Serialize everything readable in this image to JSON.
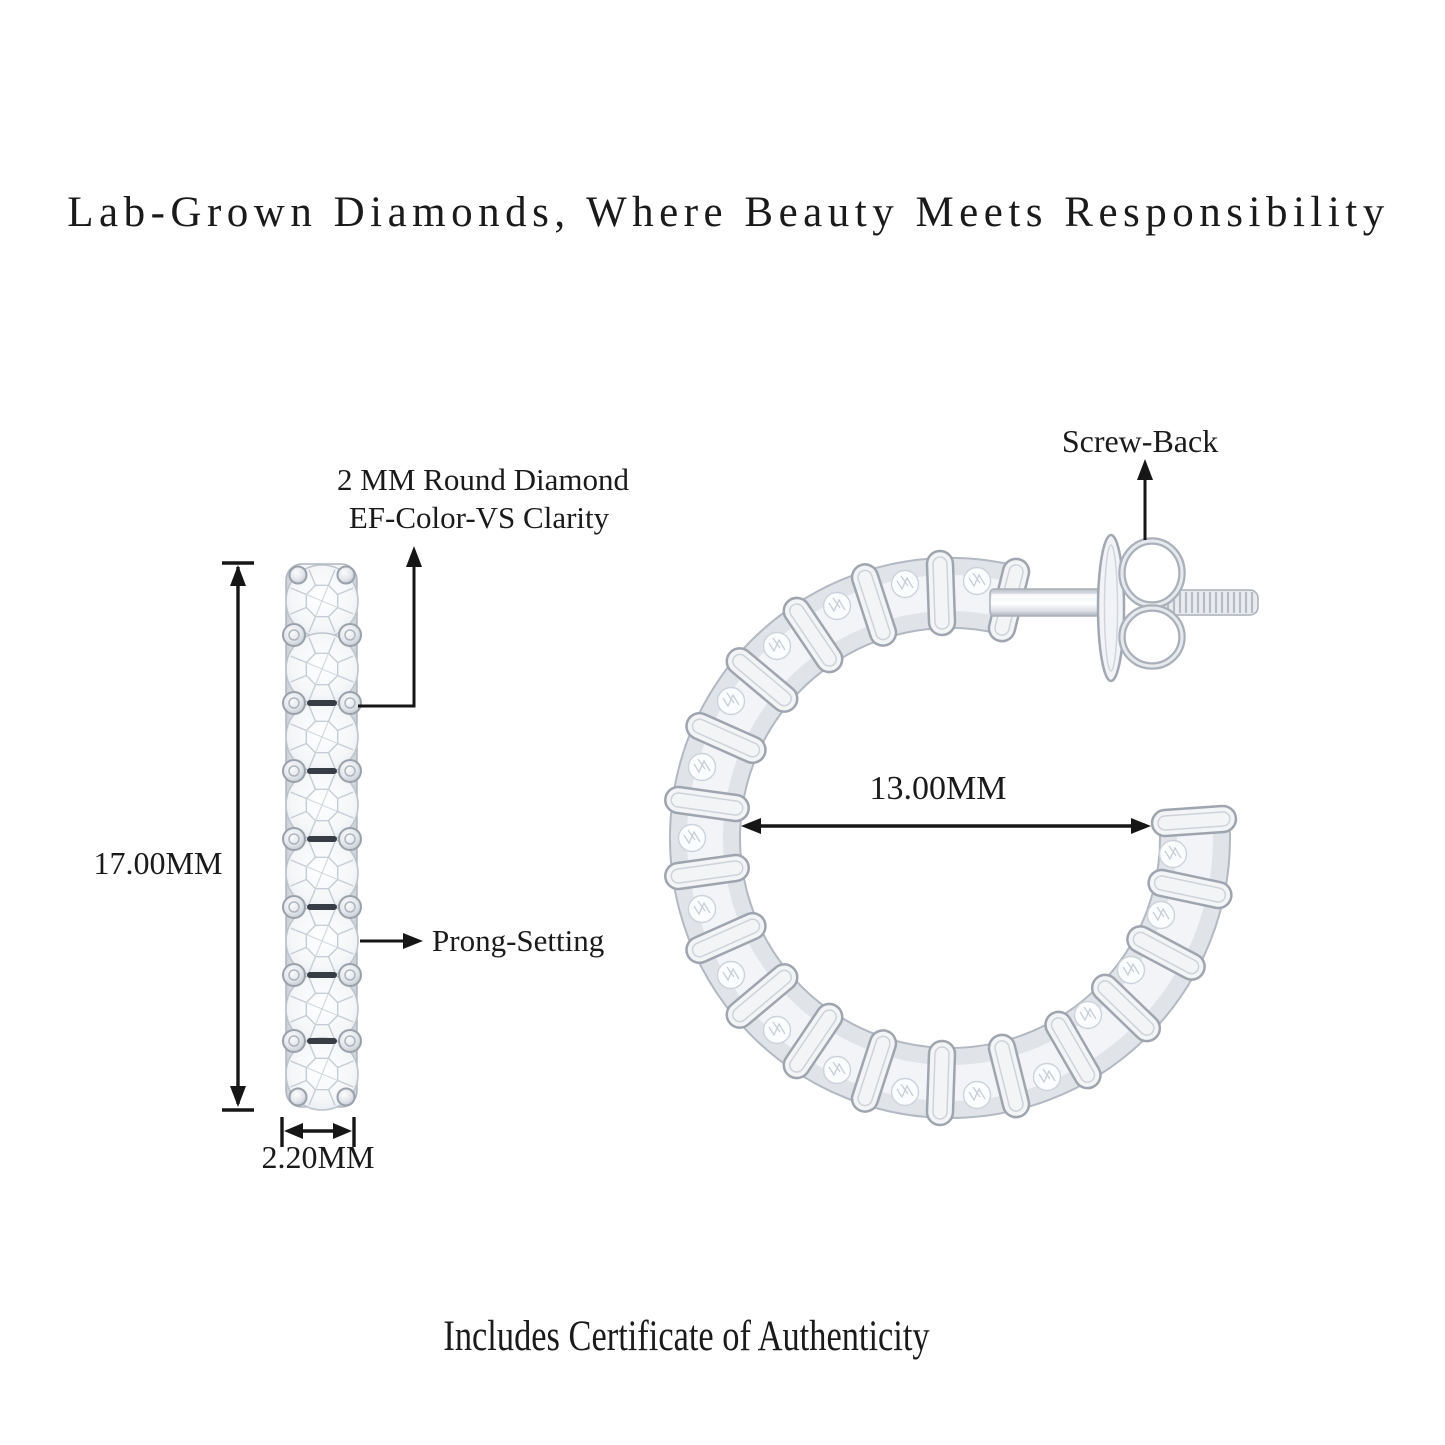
{
  "header": {
    "title": "Lab-Grown Diamonds, Where Beauty Meets Responsibility"
  },
  "side_view": {
    "labels": {
      "spec_line1": "2 MM Round Diamond",
      "spec_line2": "EF-Color-VS Clarity",
      "height": "17.00MM",
      "width": "2.20MM",
      "setting": "Prong-Setting"
    }
  },
  "front_view": {
    "labels": {
      "inner_diameter": "13.00MM",
      "back_type": "Screw-Back"
    }
  },
  "footer": {
    "note": "Includes Certificate of Authenticity"
  },
  "colors": {
    "background": "#ffffff",
    "text": "#1a1a1a",
    "annotation_line": "#161616",
    "metal_light": "#f4f5f7",
    "metal_shadow": "#a6acb6",
    "diamond_facet": "#c6cdd5"
  }
}
